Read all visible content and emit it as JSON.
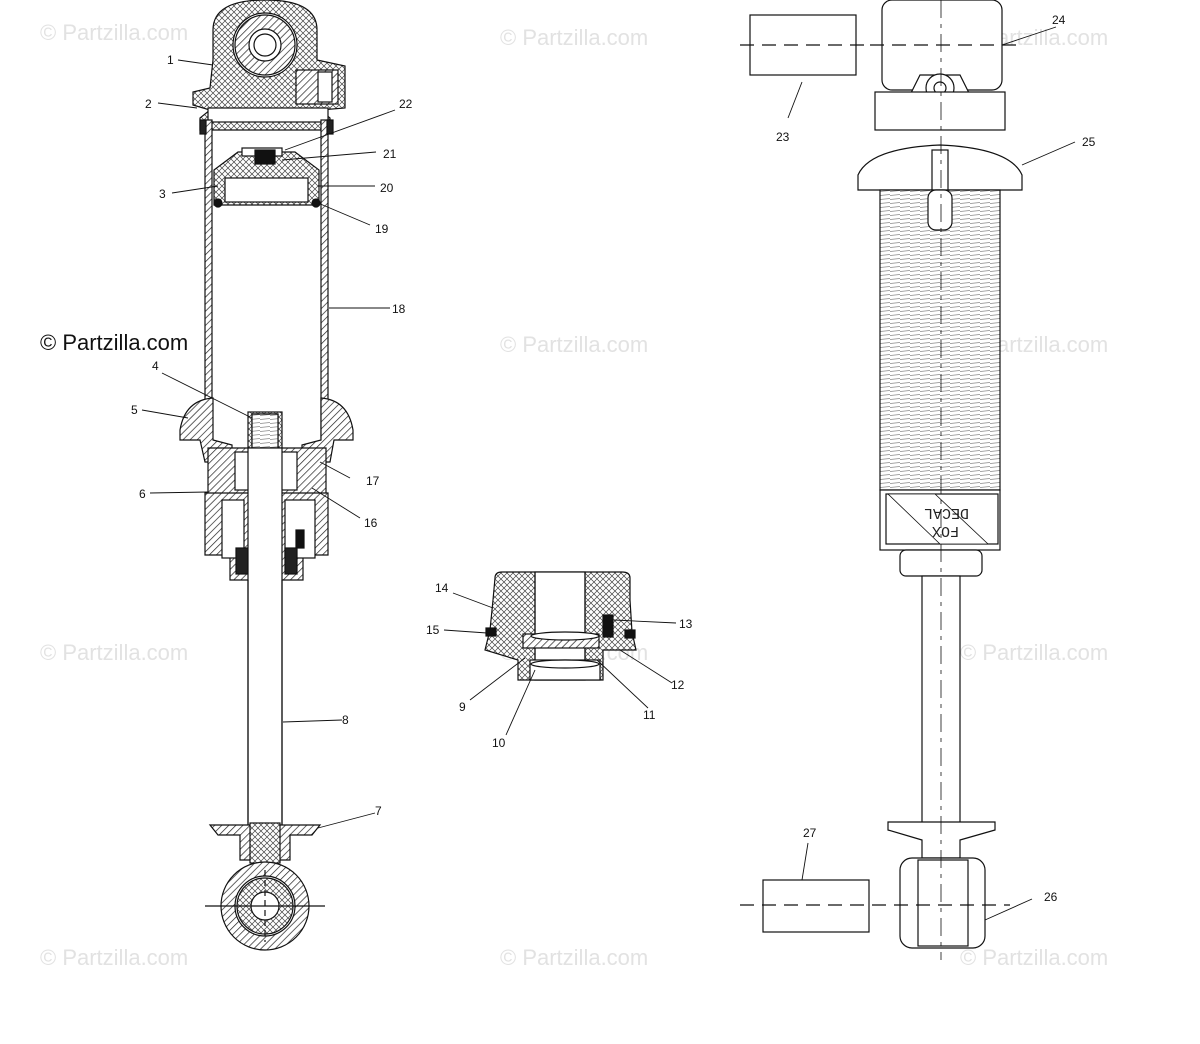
{
  "watermark": {
    "faint_text": "© Partzilla.com",
    "main_text": "© Partzilla.com"
  },
  "decal": {
    "line1": "FOX",
    "line2": "DECAL"
  },
  "callouts": {
    "c1": "1",
    "c2": "2",
    "c3": "3",
    "c4": "4",
    "c5": "5",
    "c6": "6",
    "c7": "7",
    "c8": "8",
    "c9": "9",
    "c10": "10",
    "c11": "11",
    "c12": "12",
    "c13": "13",
    "c14": "14",
    "c15": "15",
    "c16": "16",
    "c17": "17",
    "c18": "18",
    "c19": "19",
    "c20": "20",
    "c21": "21",
    "c22": "22",
    "c23": "23",
    "c24": "24",
    "c25": "25",
    "c26": "26",
    "c27": "27"
  },
  "colors": {
    "ink": "#111111",
    "watermark": "#e2e2e2",
    "hatch": "#333333"
  }
}
